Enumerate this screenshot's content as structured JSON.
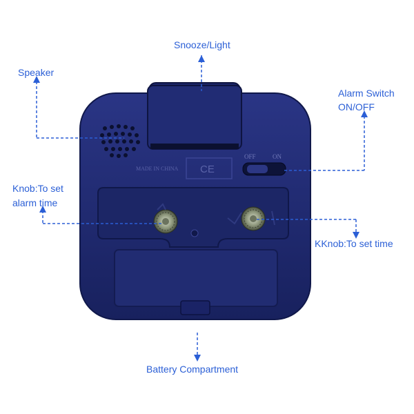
{
  "labels": {
    "snooze_light": "Snooze/Light",
    "speaker": "Speaker",
    "alarm_switch_line1": "Alarm Switch",
    "alarm_switch_line2": "ON/OFF",
    "knob_alarm_line1": "Knob:To set",
    "knob_alarm_line2": "alarm time",
    "knob_time": "KKnob:To set time",
    "battery": "Battery Compartment"
  },
  "device": {
    "made_in": "MADE IN CHINA",
    "ce_mark": "CE",
    "switch_off": "OFF",
    "switch_on": "ON"
  },
  "colors": {
    "annotation": "#2b5fd6",
    "body": "#1f2a70"
  }
}
